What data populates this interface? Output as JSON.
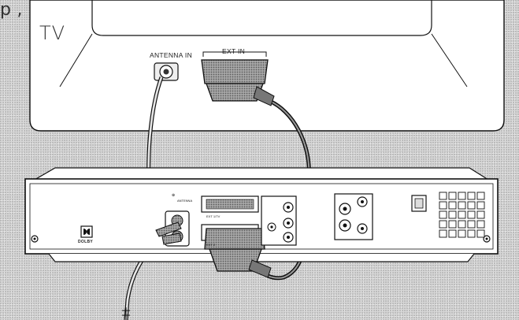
{
  "labels": {
    "caption": "p              ,",
    "tv": "TV",
    "antenna_in": "ANTENNA IN",
    "ext_in": "EXT IN",
    "brand": "DOLBY"
  },
  "colors": {
    "tv_body": "#ffffff",
    "outline": "#111111",
    "panel": "#ffffff",
    "cable_grey": "#8e8e8e",
    "cable_dark": "#1a1a1a"
  }
}
